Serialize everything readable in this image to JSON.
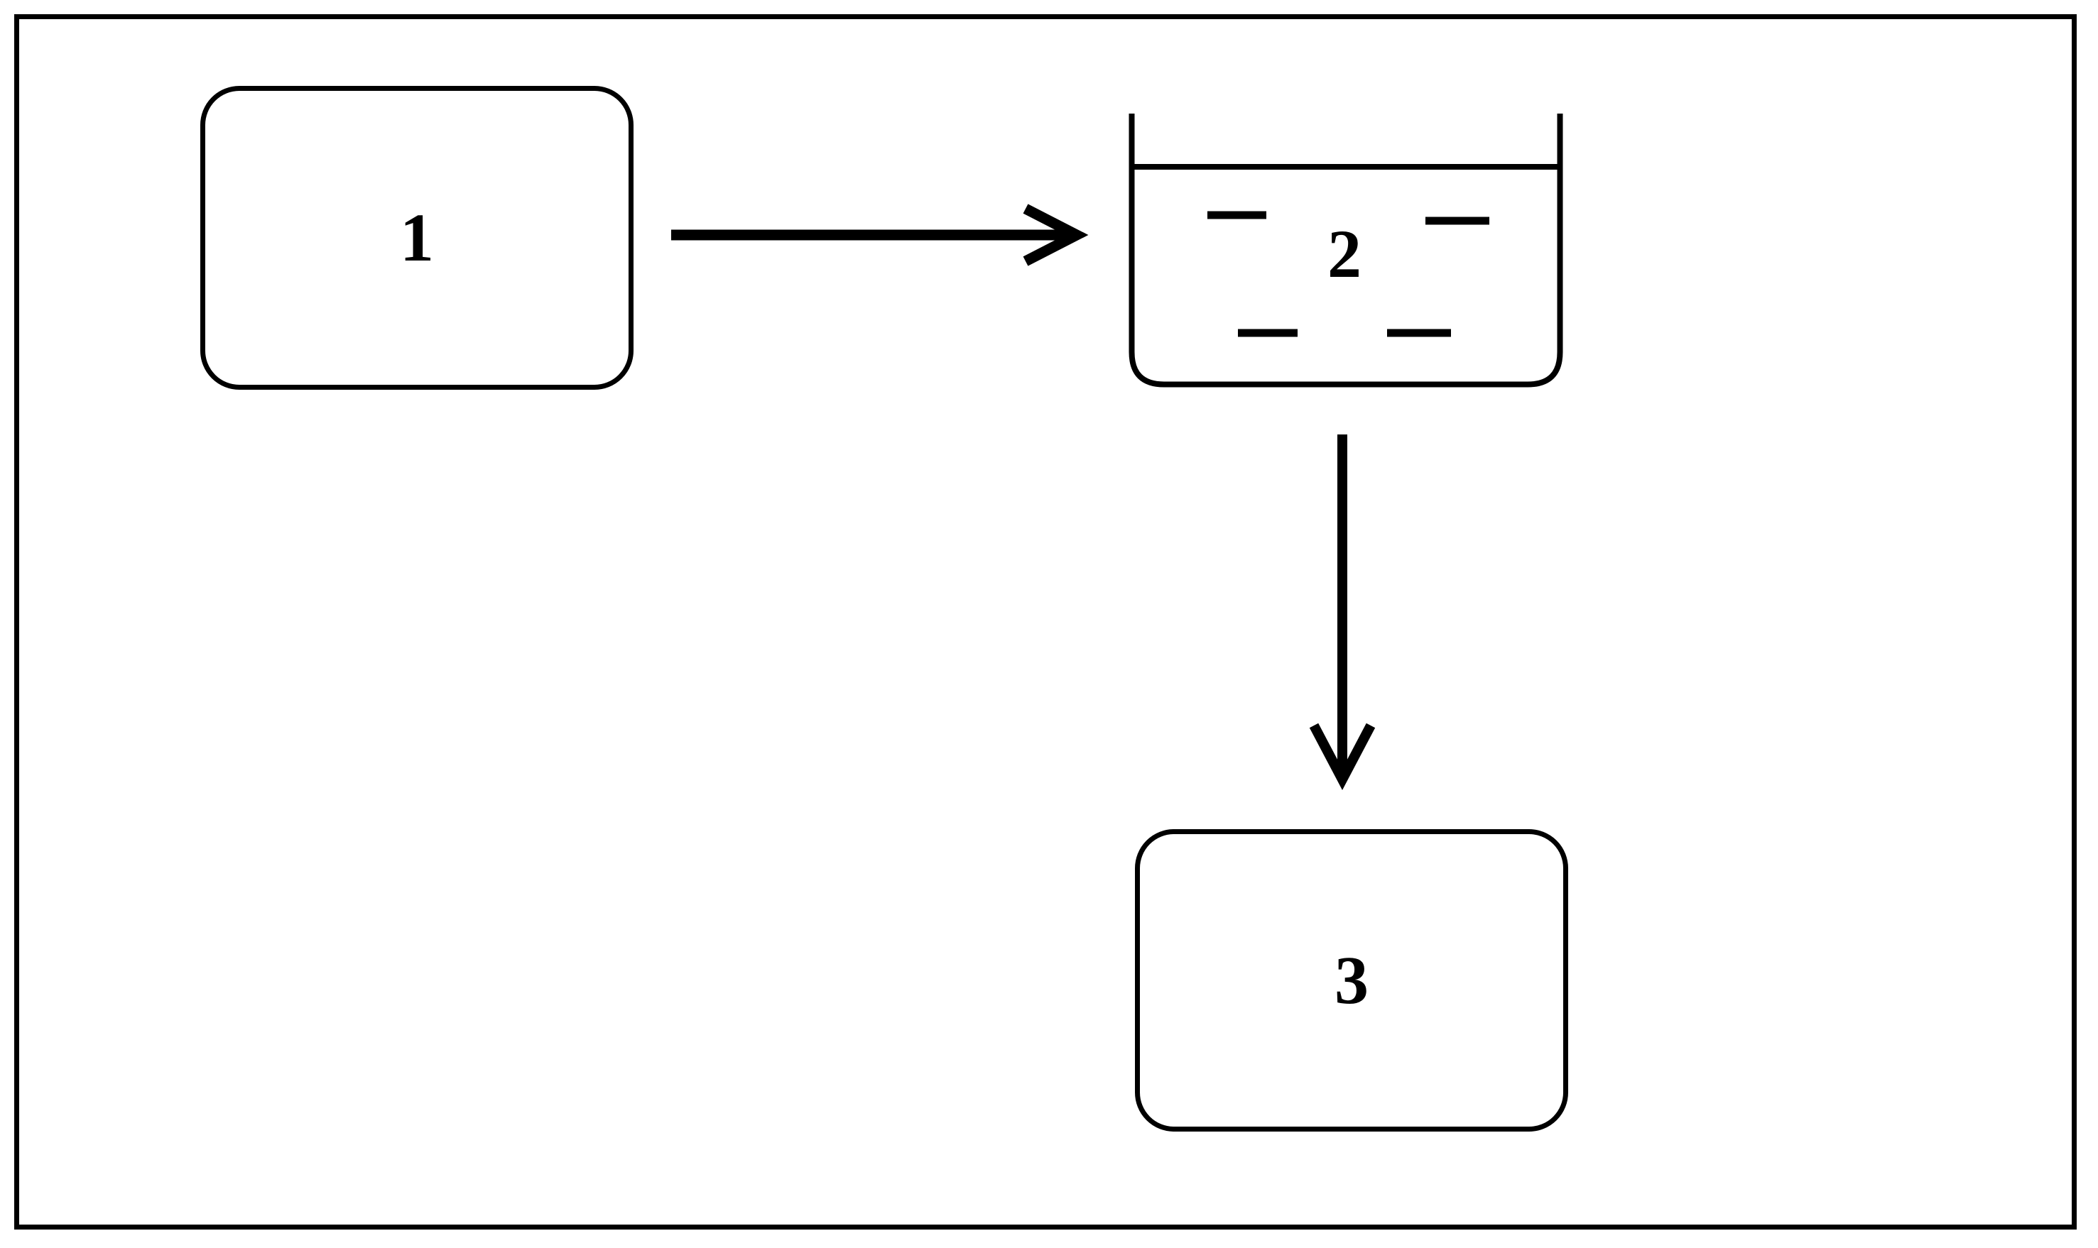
{
  "diagram": {
    "type": "flow-diagram",
    "background_color": "#ffffff",
    "stroke_color": "#000000",
    "nodes": [
      {
        "id": "1",
        "label": "1",
        "shape": "rounded-rectangle",
        "position": "top-left"
      },
      {
        "id": "2",
        "label": "2",
        "shape": "open-top-beaker-with-liquid-level-and-dashes",
        "position": "top-right"
      },
      {
        "id": "3",
        "label": "3",
        "shape": "rounded-rectangle",
        "position": "bottom-right"
      }
    ],
    "edges": [
      {
        "from": "1",
        "to": "2",
        "style": "thick-arrow",
        "direction": "right"
      },
      {
        "from": "2",
        "to": "3",
        "style": "thick-arrow",
        "direction": "down"
      }
    ]
  }
}
